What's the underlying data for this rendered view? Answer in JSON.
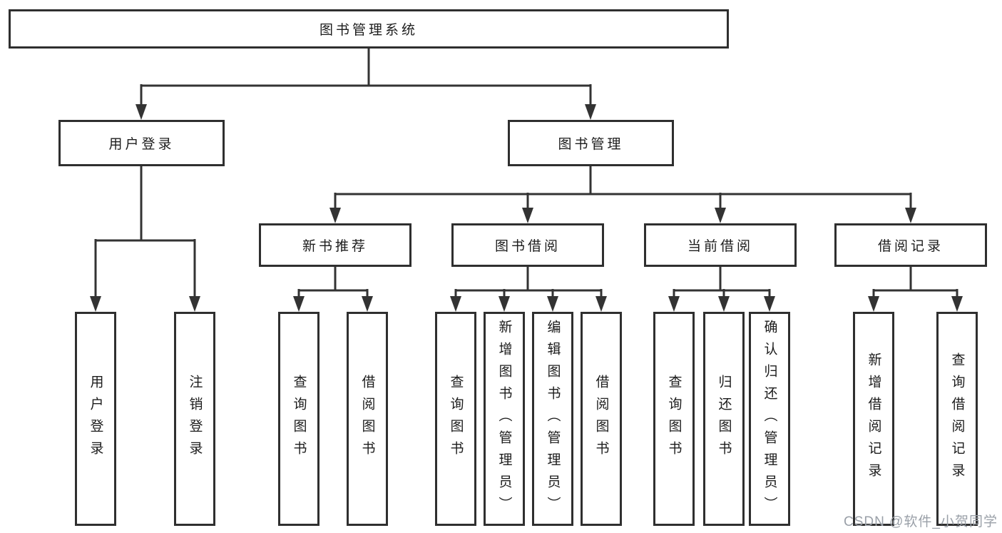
{
  "colors": {
    "line": "#333333",
    "box_border": "#2f2f2f",
    "text": "#1c1c1c",
    "watermark": "#9aa0a8",
    "background": "#ffffff"
  },
  "watermark": {
    "text": "CSDN @软件_小贺同学"
  },
  "tree": {
    "root": {
      "label": "图书管理系统"
    },
    "level2": [
      {
        "label": "用户登录"
      },
      {
        "label": "图书管理"
      }
    ],
    "level3": [
      {
        "label": "新书推荐"
      },
      {
        "label": "图书借阅"
      },
      {
        "label": "当前借阅"
      },
      {
        "label": "借阅记录"
      }
    ],
    "leaves": {
      "user_login": [
        {
          "label": "用户登录"
        },
        {
          "label": "注销登录"
        }
      ],
      "new_book": [
        {
          "label": "查询图书"
        },
        {
          "label": "借阅图书"
        }
      ],
      "book_borrow": [
        {
          "label": "查询图书"
        },
        {
          "label": "新增图书（管理员）"
        },
        {
          "label": "编辑图书（管理员）"
        },
        {
          "label": "借阅图书"
        }
      ],
      "current_borrow": [
        {
          "label": "查询图书"
        },
        {
          "label": "归还图书"
        },
        {
          "label": "确认归还（管理员）"
        }
      ],
      "records": [
        {
          "label": "新增借阅记录"
        },
        {
          "label": "查询借阅记录"
        }
      ]
    }
  }
}
